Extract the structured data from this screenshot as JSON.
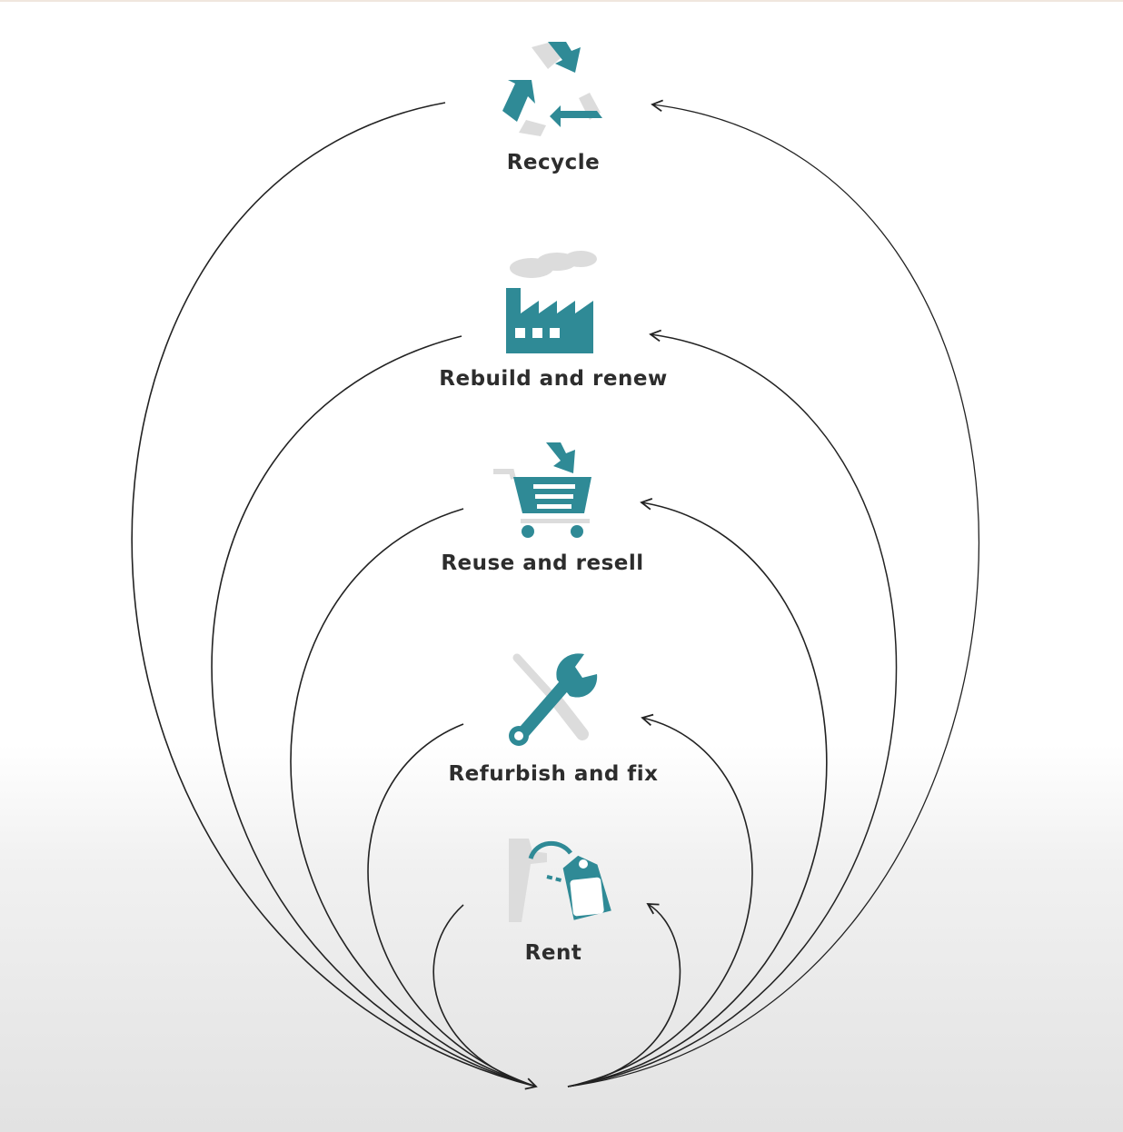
{
  "colors": {
    "accent": "#2f8a96",
    "secondary": "#dcdcdc",
    "arrow": "#222222",
    "label": "#2d2d2d"
  },
  "stages": [
    {
      "id": "recycle",
      "label": "Recycle",
      "icon": "recycle-icon"
    },
    {
      "id": "rebuild",
      "label": "Rebuild and renew",
      "icon": "factory-icon"
    },
    {
      "id": "reuse",
      "label": "Reuse and resell",
      "icon": "shopping-cart-icon"
    },
    {
      "id": "refurbish",
      "label": "Refurbish and fix",
      "icon": "wrench-icon"
    },
    {
      "id": "rent",
      "label": "Rent",
      "icon": "key-tag-icon"
    }
  ]
}
